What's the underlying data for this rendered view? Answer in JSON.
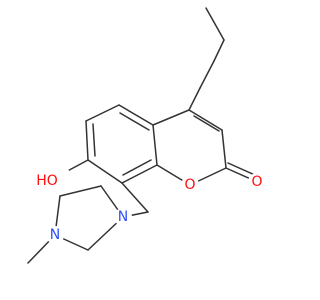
{
  "colors": {
    "bond": "#333333",
    "oxygen": "#ff0d0d",
    "nitrogen": "#3050f8",
    "background": "#ffffff"
  },
  "labels": {
    "hydroxyl": "HO",
    "ring_oxygen": "O",
    "carbonyl_oxygen": "O",
    "piperazine_n1": "N",
    "piperazine_n4": "N"
  }
}
